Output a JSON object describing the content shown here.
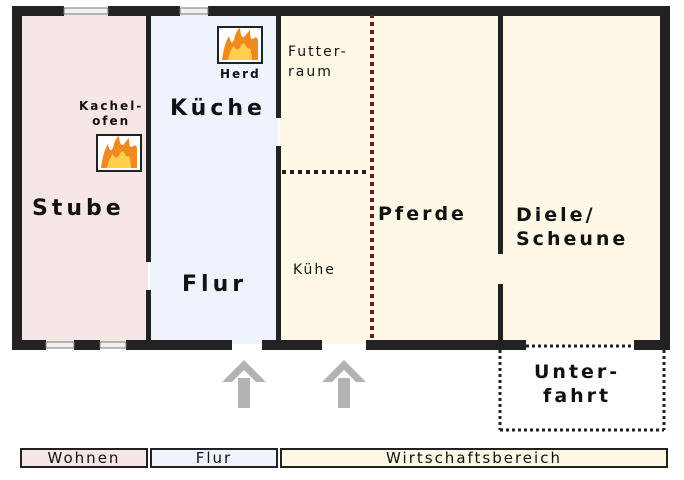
{
  "colors": {
    "wohnen": "#f7e6e6",
    "flur": "#eef3fd",
    "wirtschaft": "#fdf9e6",
    "wall": "#222222",
    "dotted_divider": "#6b1a1a",
    "arrow": "#b3b3b3",
    "fire": "#f08a1e"
  },
  "rooms": {
    "stube": "Stube",
    "kachelofen": "Kachel-\nofen",
    "kueche": "Küche",
    "herd": "Herd",
    "flur": "Flur",
    "futterraum": "Futter-\nraum",
    "kuehe": "Kühe",
    "pferde": "Pferde",
    "diele": "Diele/\nScheune",
    "unterfahrt": "Unter-\nfahrt"
  },
  "legend": {
    "wohnen": "Wohnen",
    "flur": "Flur",
    "wirtschaft": "Wirtschaftsbereich"
  },
  "icons": {
    "herd_icon": "fire-icon",
    "ofen_icon": "fire-icon",
    "entry_arrows": "arrow-up-icon"
  }
}
